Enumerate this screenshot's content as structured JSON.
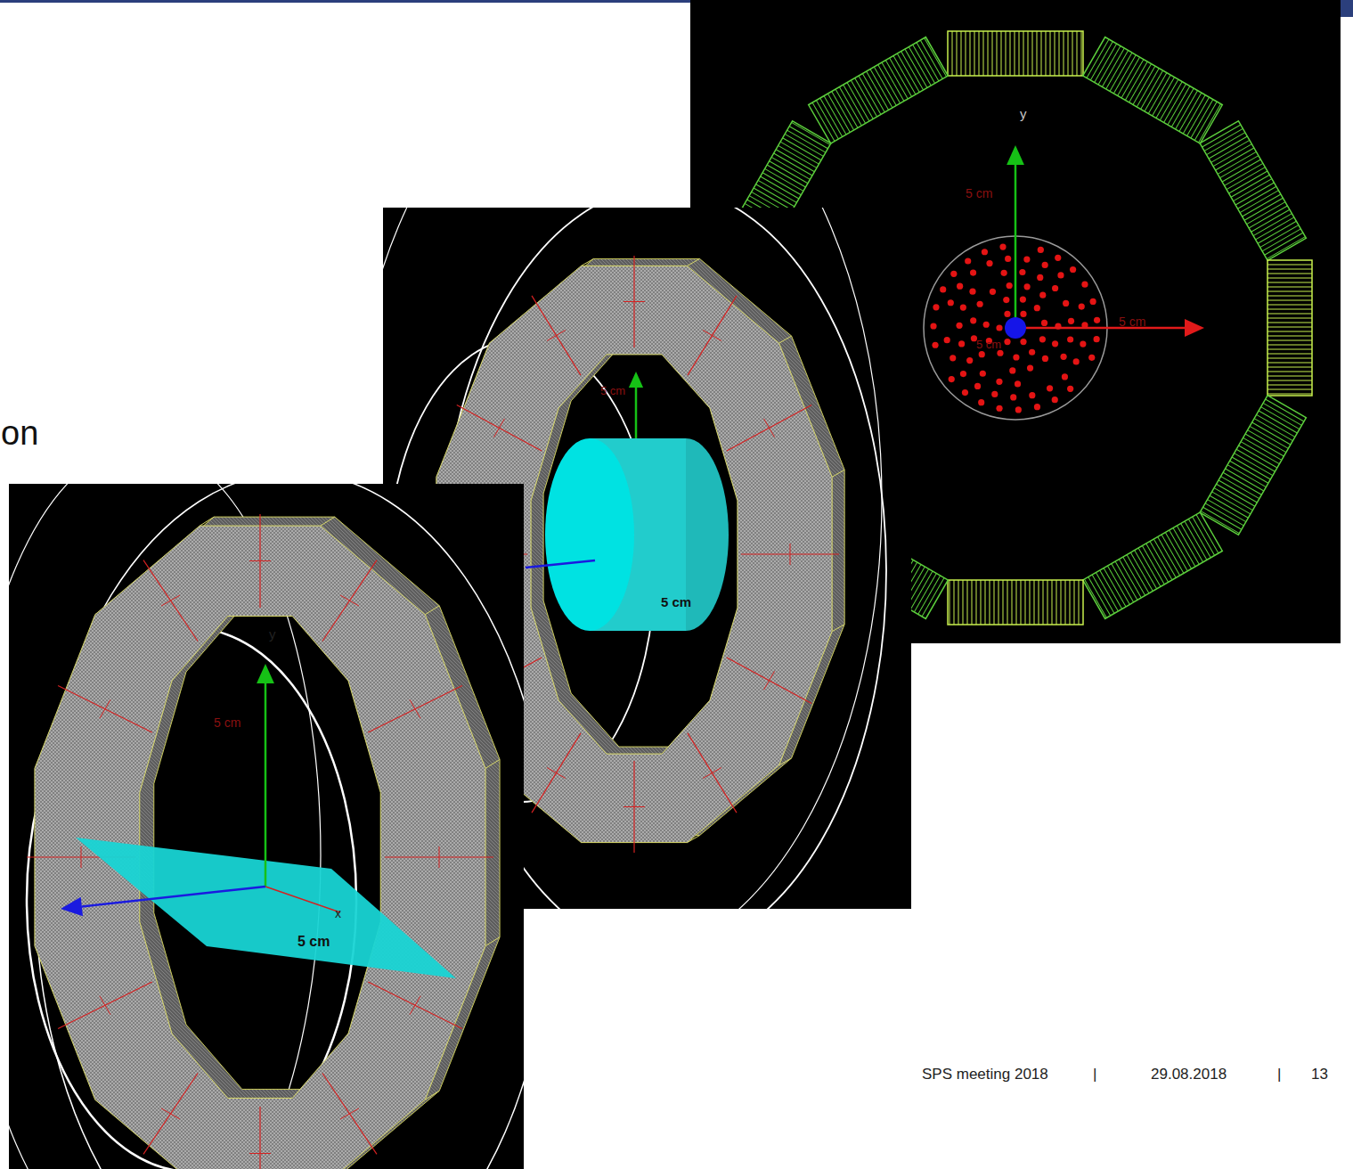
{
  "diagram": {
    "labels": [
      "on",
      "y",
      "5 cm",
      "5 cm",
      "5 cm",
      "5 cm",
      "5 cm",
      "y",
      "5 cm",
      "5 cm",
      "x",
      "SPS meeting 2018",
      "|",
      "29.08.2018",
      "|",
      "13"
    ]
  }
}
